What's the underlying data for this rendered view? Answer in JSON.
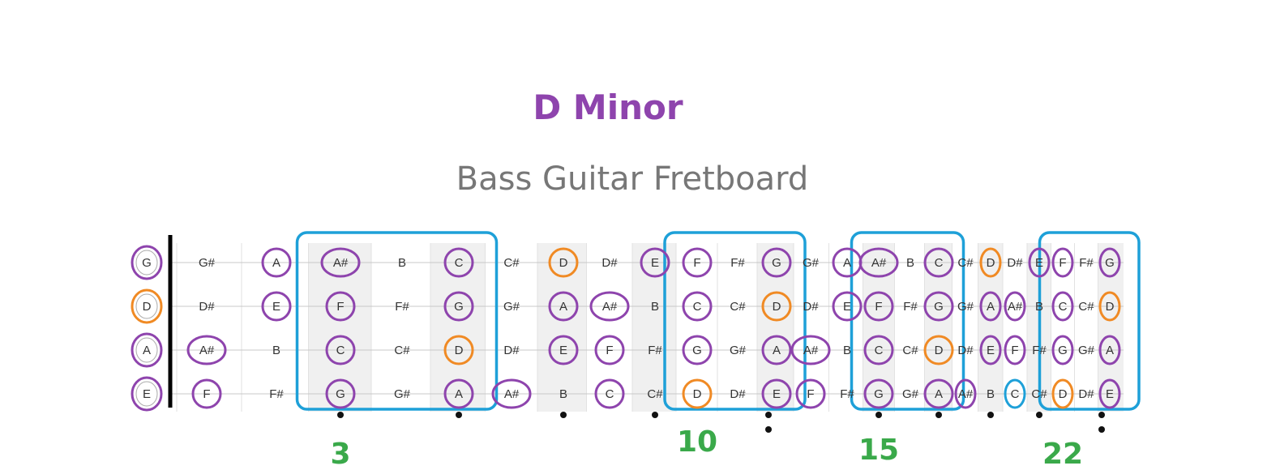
{
  "title": "D Minor",
  "subtitle": "Bass Guitar Fretboard",
  "colors": {
    "scale_note": "#8e44ad",
    "root_note": "#f08a24",
    "position_box": "#1ea0d8",
    "fret_number": "#3aa94a",
    "extra_note": "#1ea0d8"
  },
  "legend_meaning": {},
  "fretboard": {
    "frets": 24,
    "strings": [
      {
        "open": "G",
        "notes": [
          "G",
          "G#",
          "A",
          "A#",
          "B",
          "C",
          "C#",
          "D",
          "D#",
          "E",
          "F",
          "F#",
          "G",
          "G#",
          "A",
          "A#",
          "B",
          "C",
          "C#",
          "D",
          "D#",
          "E",
          "F",
          "F#",
          "G"
        ]
      },
      {
        "open": "D",
        "notes": [
          "D",
          "D#",
          "E",
          "F",
          "F#",
          "G",
          "G#",
          "A",
          "A#",
          "B",
          "C",
          "C#",
          "D",
          "D#",
          "E",
          "F",
          "F#",
          "G",
          "G#",
          "A",
          "A#",
          "B",
          "C",
          "C#",
          "D"
        ]
      },
      {
        "open": "A",
        "notes": [
          "A",
          "A#",
          "B",
          "C",
          "C#",
          "D",
          "D#",
          "E",
          "F",
          "F#",
          "G",
          "G#",
          "A",
          "A#",
          "B",
          "C",
          "C#",
          "D",
          "D#",
          "E",
          "F",
          "F#",
          "G",
          "G#",
          "A"
        ]
      },
      {
        "open": "E",
        "notes": [
          "E",
          "F",
          "F#",
          "G",
          "G#",
          "A",
          "A#",
          "B",
          "C",
          "C#",
          "D",
          "D#",
          "E",
          "F",
          "F#",
          "G",
          "G#",
          "A",
          "A#",
          "B",
          "C",
          "C#",
          "D",
          "D#",
          "E"
        ]
      }
    ],
    "scale_notes": [
      "D",
      "E",
      "F",
      "G",
      "A",
      "A#",
      "C"
    ],
    "root_note": "D",
    "extra_highlight": {
      "string": 3,
      "fret": 20
    },
    "position_boxes": [
      {
        "from_fret": 3,
        "to_fret": 5
      },
      {
        "from_fret": 10,
        "to_fret": 12
      },
      {
        "from_fret": 15,
        "to_fret": 17
      },
      {
        "from_fret": 22,
        "to_fret": 24
      }
    ],
    "single_dot_frets": [
      3,
      5,
      7,
      9,
      15,
      17,
      19,
      21
    ],
    "double_dot_frets": [
      12,
      24
    ],
    "fret_labels": [
      {
        "fret": 3,
        "text": "3"
      },
      {
        "fret": 10,
        "text": "10"
      },
      {
        "fret": 15,
        "text": "15"
      },
      {
        "fret": 22,
        "text": "22"
      }
    ]
  }
}
